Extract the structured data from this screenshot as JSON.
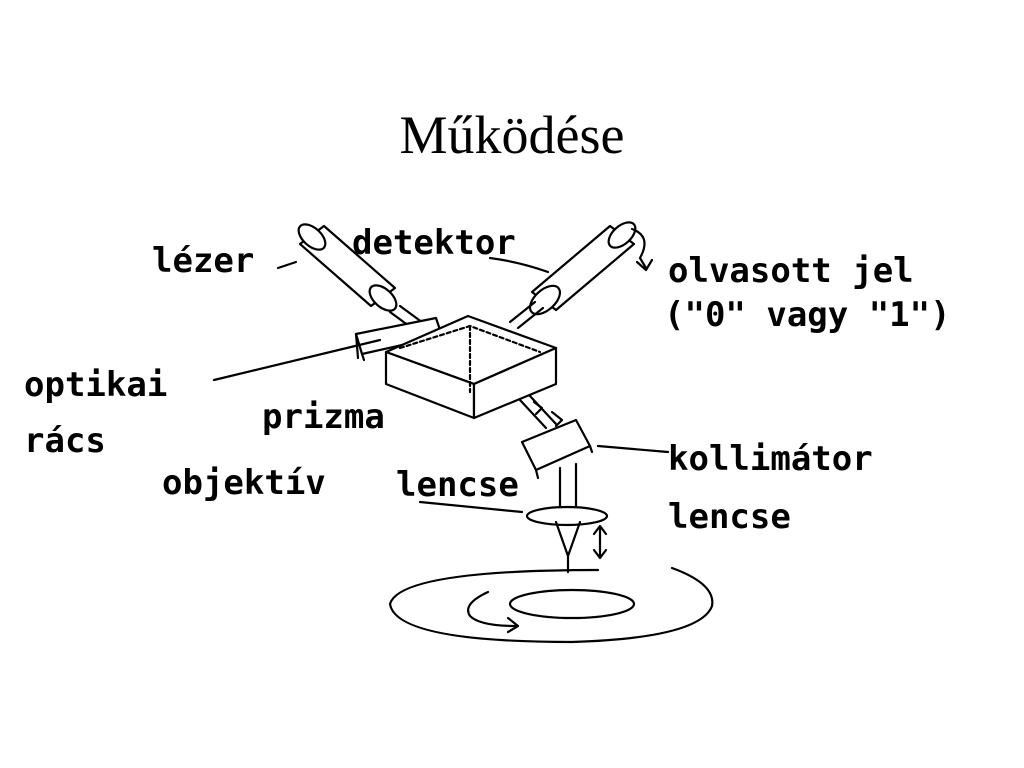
{
  "title": "Működése",
  "labels": {
    "laser": "lézer",
    "detector": "detektor",
    "read_signal_line1": "olvasott jel",
    "read_signal_line2": "(\"0\" vagy \"1\")",
    "optical_line1": "optikai",
    "optical_line2": "rács",
    "prism": "prizma",
    "objective_line1": "objektív",
    "objective_line2": "lencse",
    "collimator_line1": "kollimátor",
    "collimator_line2": "lencse"
  },
  "colors": {
    "ink": "#000000",
    "background": "#ffffff"
  }
}
